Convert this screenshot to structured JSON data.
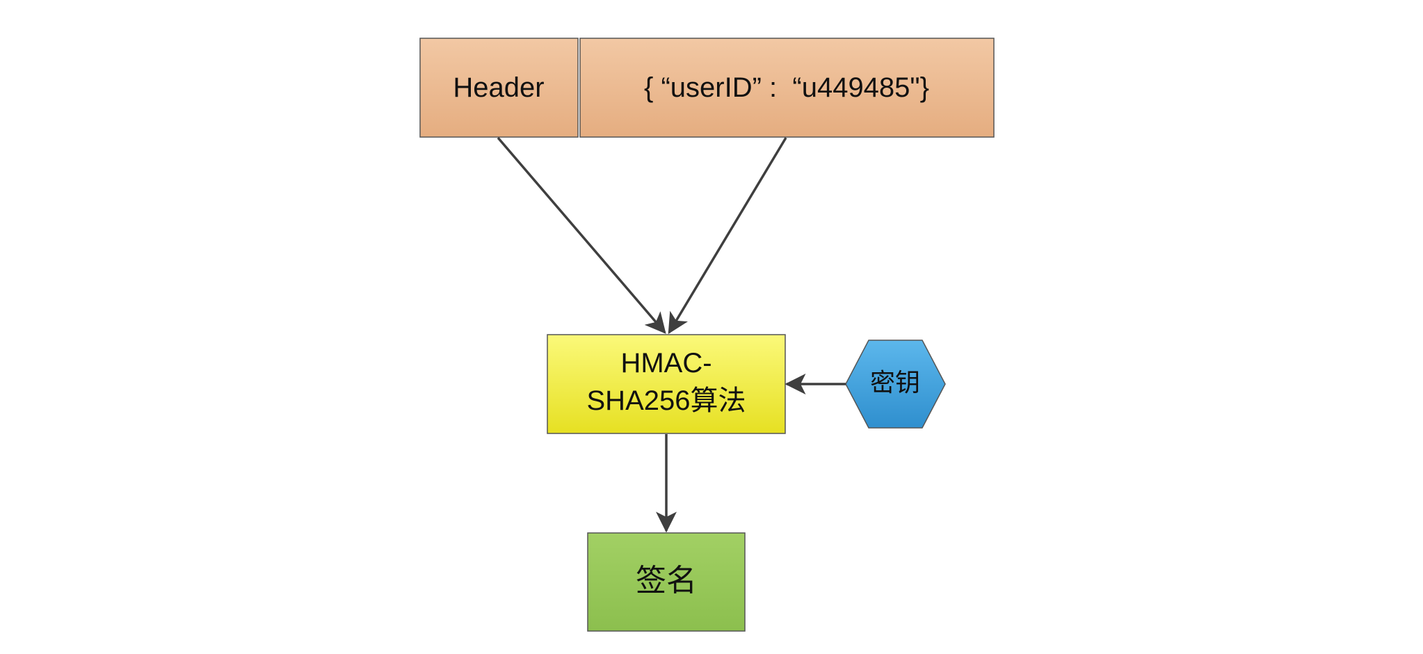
{
  "diagram": {
    "header_label": "Header",
    "payload_label": "{ “userID” :  “u449485\"}",
    "algorithm_line1": "HMAC-",
    "algorithm_line2": "SHA256算法",
    "key_label": "密钥",
    "signature_label": "签名"
  },
  "colors": {
    "header_fill_top": "#f2c8a4",
    "header_fill_bottom": "#e5ad80",
    "algorithm_fill_top": "#faf86a",
    "algorithm_fill_bottom": "#e8e325",
    "key_fill_top": "#5cb7ec",
    "key_fill_bottom": "#2f8fce",
    "signature_fill": "#98c85a",
    "arrow": "#3f3f3f",
    "border": "#555555"
  }
}
